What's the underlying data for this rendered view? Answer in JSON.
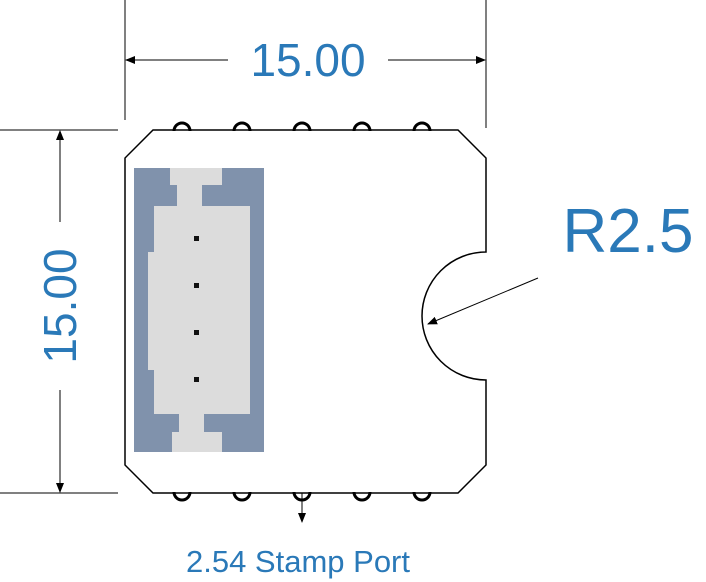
{
  "dimensions": {
    "width_label": "15.00",
    "height_label": "15.00",
    "radius_label": "R2.5",
    "port_label": "2.54 Stamp Port"
  },
  "colors": {
    "dimension_text": "#2a79b8",
    "connector_outer": "#8092ac",
    "connector_inner": "#dcdcdc",
    "outline": "#000000"
  }
}
